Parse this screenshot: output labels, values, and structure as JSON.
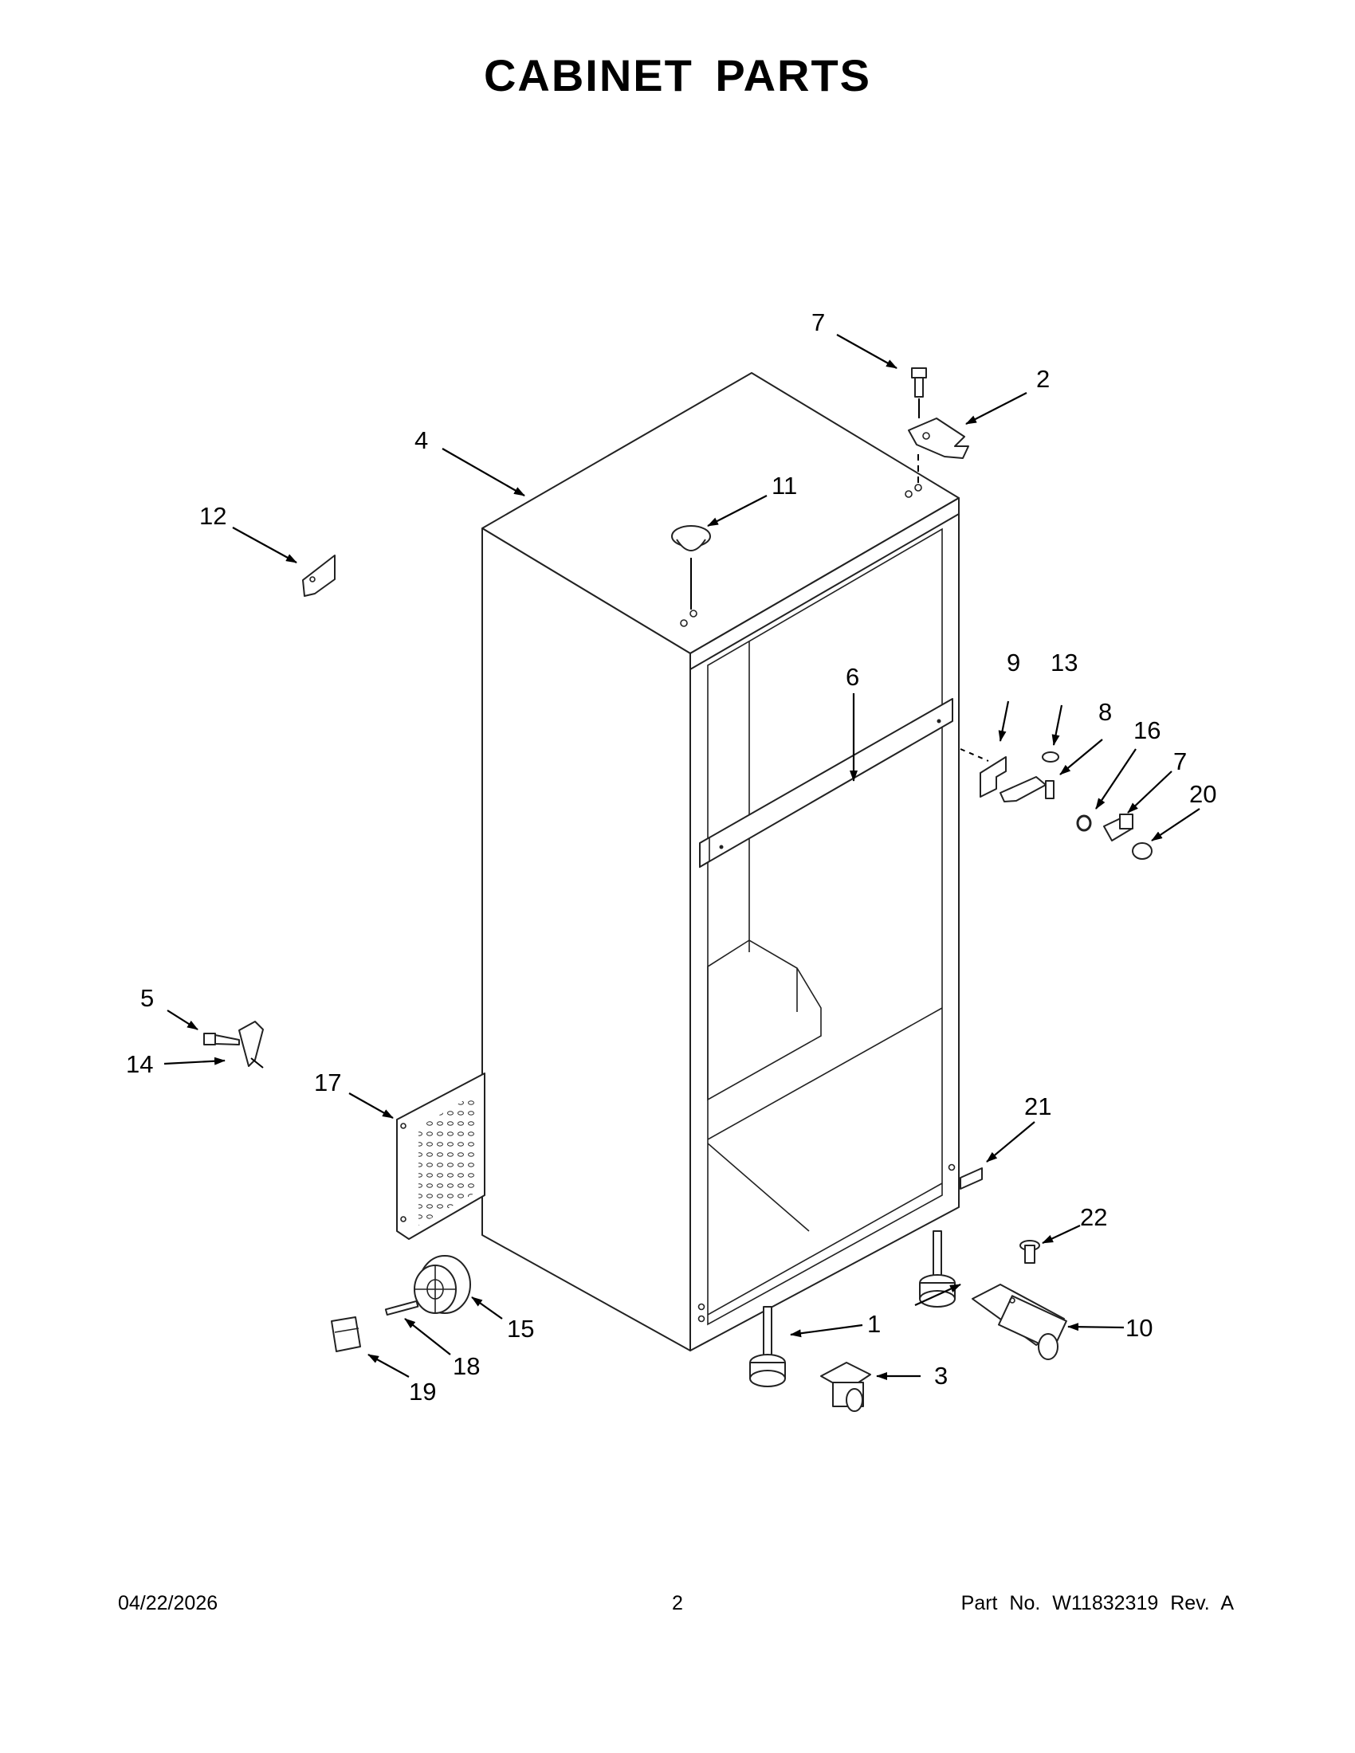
{
  "title": "CABINET PARTS",
  "footer": {
    "date": "04/22/2026",
    "page": "2",
    "part": "Part No.  W11832319  Rev.  A"
  },
  "callouts": {
    "c1": "1",
    "c2": "2",
    "c3": "3",
    "c4": "4",
    "c5": "5",
    "c6": "6",
    "c7a": "7",
    "c7b": "7",
    "c8": "8",
    "c9": "9",
    "c10": "10",
    "c11": "11",
    "c12": "12",
    "c13": "13",
    "c14": "14",
    "c15": "15",
    "c16": "16",
    "c17": "17",
    "c18": "18",
    "c19": "19",
    "c20": "20",
    "c21": "21",
    "c22": "22"
  }
}
